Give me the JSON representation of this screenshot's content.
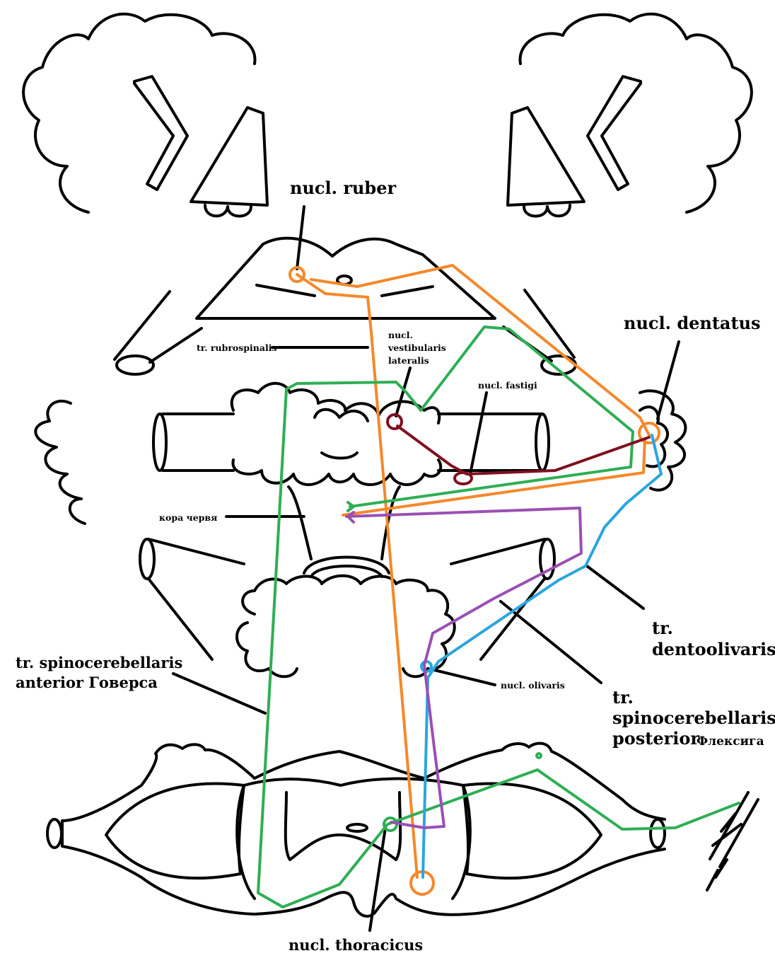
{
  "labels": {
    "nucl_ruber": "nucl. ruber",
    "nucl_dentatus": "nucl. dentatus",
    "tr_rubrospinalis": "tr. rubrospinalis",
    "nucl_vestibularis_lateralis": [
      "nucl.",
      "vestibularis",
      "lateralis"
    ],
    "nucl_fastigi": "nucl. fastigi",
    "kora_chervya": "кора червя",
    "tr_dentoolivaris": [
      "tr.",
      "dentoolivaris"
    ],
    "tr_spinocerebellaris_anterior": [
      "tr. spinocerebellaris",
      "anterior Говерса"
    ],
    "nucl_olivaris": "nucl. olivaris",
    "tr_spinocerebellaris_posterior": [
      "tr.",
      "spinocerebellaris",
      "posterior"
    ],
    "flexig": "Флексига",
    "nucl_thoracicus": "nucl. thoracicus"
  },
  "colors": {
    "orange": "#f5882a",
    "green": "#2fae54",
    "blue": "#2aa5de",
    "purple": "#9b4fb4",
    "darkred": "#7f1020",
    "outline": "#000000"
  }
}
